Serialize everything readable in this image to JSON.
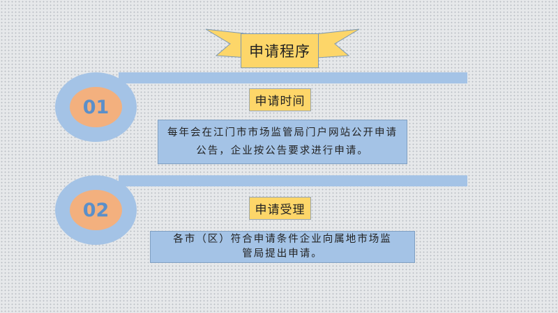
{
  "title": "申请程序",
  "steps": [
    {
      "number": "01",
      "heading": "申请时间",
      "description": "每年会在江门市市场监管局门户网站公开申请公告，企业按公告要求进行申请。"
    },
    {
      "number": "02",
      "heading": "申请受理",
      "description": "各市（区）符合申请条件企业向属地市场监管局提出申请。"
    }
  ],
  "colors": {
    "banner": "#fdd669",
    "bar": "#a4c3e6",
    "badge": "#f3b07e",
    "badge_text": "#5b8fc9",
    "background": "#e6e8ea"
  }
}
